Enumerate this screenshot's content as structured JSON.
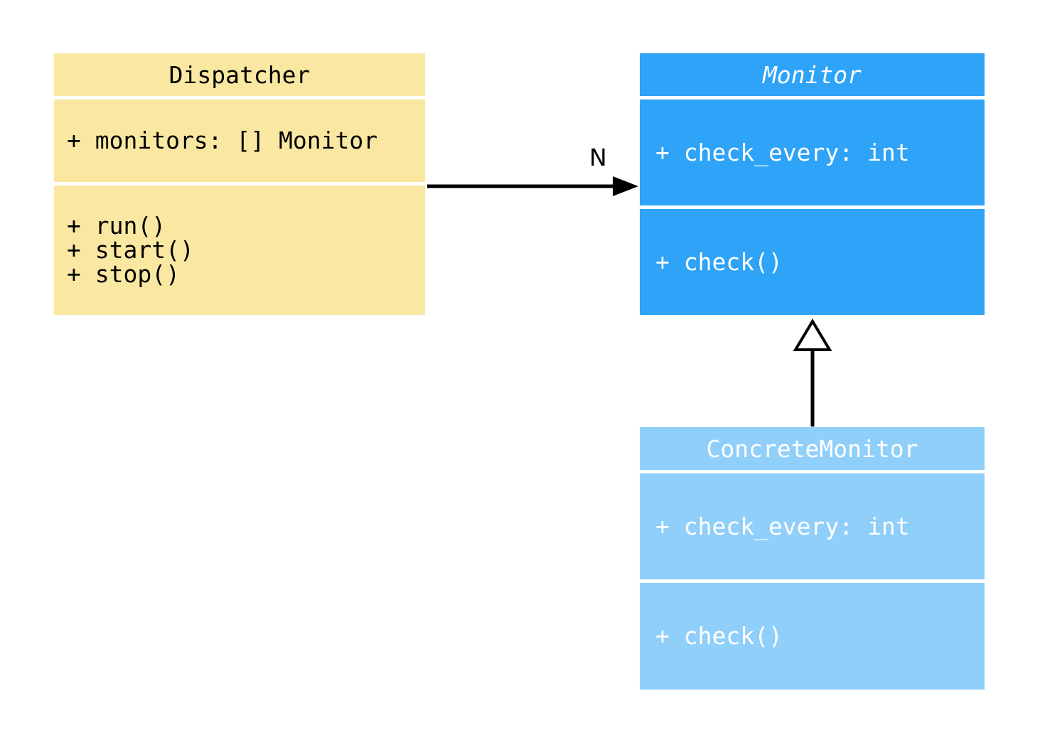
{
  "diagram": {
    "kind": "uml-class-diagram",
    "background_color": "#ffffff",
    "classes": [
      {
        "name": "Dispatcher",
        "title_italic": false,
        "fill_color": "#fae8a2",
        "text_color": "#000000",
        "attributes": [
          "+ monitors: [] Monitor"
        ],
        "methods": [
          "+ run()",
          "+ start()",
          "+ stop()"
        ]
      },
      {
        "name": "Monitor",
        "title_italic": true,
        "fill_color": "#2ea3f7",
        "text_color": "#ffffff",
        "attributes": [
          "+ check_every: int"
        ],
        "methods": [
          "+ check()"
        ]
      },
      {
        "name": "ConcreteMonitor",
        "title_italic": false,
        "fill_color": "#90cffa",
        "text_color": "#ffffff",
        "attributes": [
          "+ check_every: int"
        ],
        "methods": [
          "+ check()"
        ]
      }
    ],
    "relations": [
      {
        "type": "association",
        "from": "Dispatcher",
        "to": "Monitor",
        "label": "N",
        "arrowhead": "filled-triangle",
        "line_color": "#000000"
      },
      {
        "type": "inheritance",
        "from": "ConcreteMonitor",
        "to": "Monitor",
        "label": "",
        "arrowhead": "hollow-triangle",
        "line_color": "#000000"
      }
    ]
  }
}
